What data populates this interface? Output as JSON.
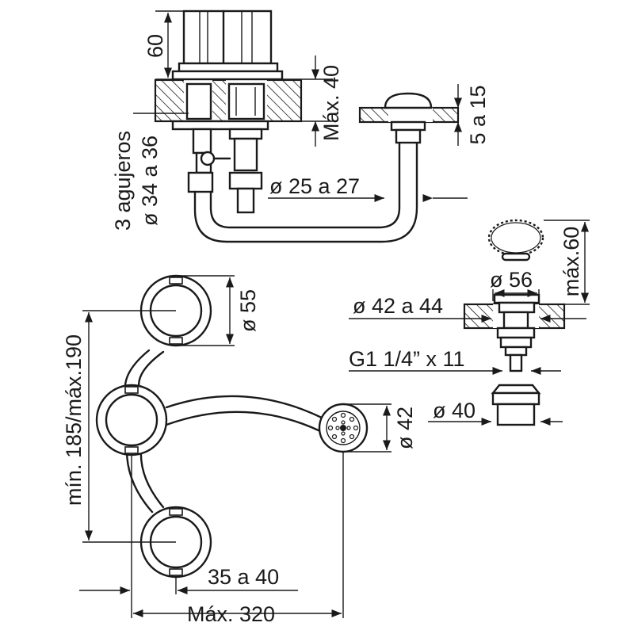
{
  "dimensions": {
    "height_60": "60",
    "max_40": "Máx. 40",
    "thickness_5a15": "5 a 15",
    "holes_count": "3 agujeros",
    "hole_diameter": "ø 34 a 36",
    "spout_diameter": "ø 25 a 27",
    "max_60": "máx.60",
    "cap_diameter": "ø 56",
    "hole_42a44": "ø 42 a 44",
    "thread": "G1 1/4” x 11",
    "nut_diameter": "ø 40",
    "rosette_diameter": "ø 55",
    "spacing": "mín. 185/máx.190",
    "drain_diameter": "ø 42",
    "offset": "35 a 40",
    "max_width": "Máx. 320"
  },
  "colors": {
    "line": "#1a1a1a",
    "background": "#ffffff"
  }
}
